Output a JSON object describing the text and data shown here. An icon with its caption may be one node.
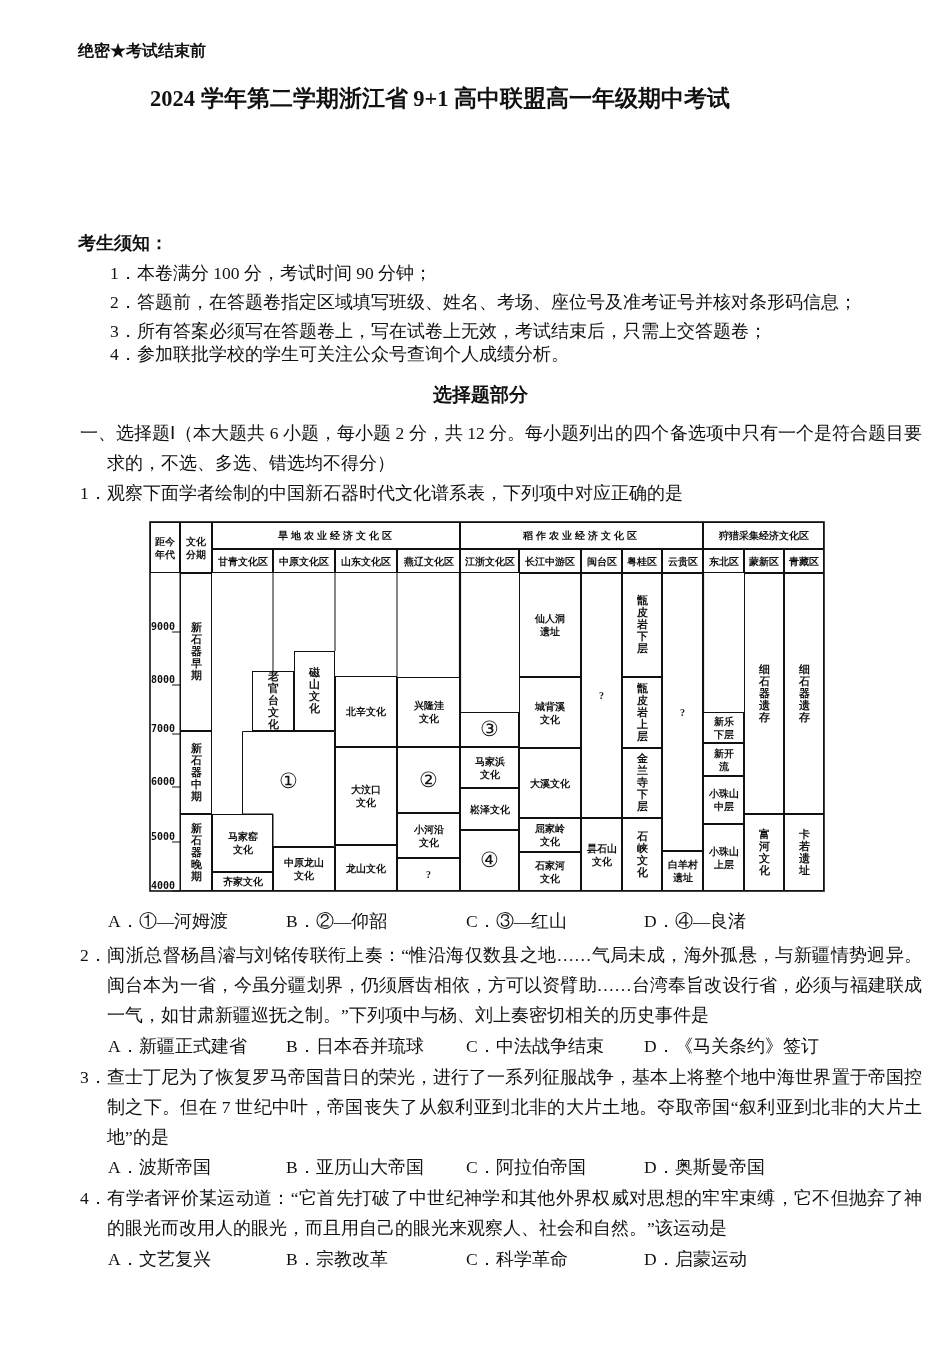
{
  "diagram": {
    "title": "2024 学年第二学期浙江省 9+1 高中联盟高一年级期中考试",
    "nodes": [
      {
        "text": [
          "距今年代"
        ]
      },
      {
        "text": [
          "文化分期"
        ]
      },
      {
        "text": [
          "旱地农业经济文化区"
        ]
      },
      {
        "text": [
          "稻作农业经济文化区"
        ]
      },
      {
        "text": [
          "狩猎采集经济文化区"
        ]
      },
      {
        "text": [
          "甘青文化区"
        ]
      },
      {
        "text": [
          "中原文化区"
        ]
      },
      {
        "text": [
          "山东文化区"
        ]
      },
      {
        "text": [
          "燕辽文化区"
        ]
      },
      {
        "text": [
          "江浙文化区"
        ]
      },
      {
        "text": [
          "长江中游区"
        ]
      },
      {
        "text": [
          "闽台区"
        ]
      },
      {
        "text": [
          "粤桂区"
        ]
      },
      {
        "text": [
          "云贵区"
        ]
      },
      {
        "text": [
          "东北区"
        ]
      },
      {
        "text": [
          "蒙新区"
        ]
      },
      {
        "text": [
          "青藏区"
        ]
      },
      {
        "text": [
          "新石器早期"
        ]
      },
      {
        "text": [
          "新石器中期"
        ]
      },
      {
        "text": [
          "新石器晚期"
        ]
      },
      {
        "text": [
          "马家窑文化"
        ]
      },
      {
        "text": [
          "齐家文化"
        ]
      },
      {
        "text": [
          "老官台文化"
        ]
      },
      {
        "text": [
          "磁山文化"
        ]
      },
      {
        "text": [
          "①"
        ]
      },
      {
        "text": [
          "中原龙山文化"
        ]
      },
      {
        "text": [
          "北辛文化"
        ]
      },
      {
        "text": [
          "大汶口文化"
        ]
      },
      {
        "text": [
          "龙山文化"
        ]
      },
      {
        "text": [
          "兴隆洼文化"
        ]
      },
      {
        "text": [
          "②"
        ]
      },
      {
        "text": [
          "小河沿文化"
        ]
      },
      {
        "text": [
          "?"
        ]
      },
      {
        "text": [
          "③"
        ]
      },
      {
        "text": [
          "马家浜文化"
        ]
      },
      {
        "text": [
          "崧泽文化"
        ]
      },
      {
        "text": [
          "④"
        ]
      },
      {
        "text": [
          "仙人洞遗址"
        ]
      },
      {
        "text": [
          "城背溪文化"
        ]
      },
      {
        "text": [
          "大溪文化"
        ]
      },
      {
        "text": [
          "屈家岭文化"
        ]
      },
      {
        "text": [
          "石家河文化"
        ]
      },
      {
        "text": [
          "?"
        ]
      },
      {
        "text": [
          "昙石山文化"
        ]
      },
      {
        "text": [
          "甑皮岩下层"
        ]
      },
      {
        "text": [
          "甑皮岩上层"
        ]
      },
      {
        "text": [
          "金兰寺下层"
        ]
      },
      {
        "text": [
          "石峡文化"
        ]
      },
      {
        "text": [
          "?"
        ]
      },
      {
        "text": [
          "白羊村遗址"
        ]
      },
      {
        "text": [
          "新乐下层"
        ]
      },
      {
        "text": [
          "新开流"
        ]
      },
      {
        "text": [
          "小珠山中层"
        ]
      },
      {
        "text": [
          "小珠山上层"
        ]
      },
      {
        "text": [
          "细石器遗存"
        ]
      },
      {
        "text": [
          "富河文化"
        ]
      },
      {
        "text": [
          "细石器遗存"
        ]
      },
      {
        "text": [
          "卡若遗址"
        ]
      }
    ],
    "labels": [
      "绝密★考试结束前",
      "考生须知：",
      "1．本卷满分 100 分，考试时间 90 分钟；",
      "2．答题前，在答题卷指定区域填写班级、姓名、考场、座位号及准考证号并核对条形码信息；",
      "3．所有答案必须写在答题卷上，写在试卷上无效，考试结束后，只需上交答题卷；",
      "4．参加联批学校的学生可关注公众号查询个人成绩分析。",
      "选择题部分",
      "一、选择题Ⅰ（本大题共 6 小题，每小题 2 分，共 12 分。每小题列出的四个备选项中只有一个是符合题目要求的，不选、多选、错选均不得分）",
      "1．观察下面学者绘制的中国新石器时代文化谱系表，下列项中对应正确的是",
      "9000",
      "8000",
      "7000",
      "6000",
      "5000",
      "4000",
      "A．①—河姆渡",
      "B．②—仰韶",
      "C．③—红山",
      "D．④—良渚",
      "2．闽浙总督杨昌濬与刘铭传联衔上奏：“惟沿海仅数县之地……气局未成，海外孤悬，与新疆情势迥异。闽台本为一省，今虽分疆划界，仍须唇齿相依，方可以资臂助……台湾奉旨改设行省，必须与福建联成一气，如甘肃新疆巡抚之制。”下列项中与杨、刘上奏密切相关的历史事件是",
      "A．新疆正式建省",
      "B．日本吞并琉球",
      "C．中法战争结束",
      "D．《马关条约》签订",
      "3．查士丁尼为了恢复罗马帝国昔日的荣光，进行了一系列征服战争，基本上将整个地中海世界置于帝国控制之下。但在 7 世纪中叶，帝国丧失了从叙利亚到北非的大片土地。夺取帝国“叙利亚到北非的大片土地”的是",
      "A．波斯帝国",
      "B．亚历山大帝国",
      "C．阿拉伯帝国",
      "D．奥斯曼帝国",
      "4．有学者评价某运动道：“它首先打破了中世纪神学和其他外界权威对思想的牢牢束缚，它不但抛弃了神的眼光而改用人的眼光，而且用自己的眼光来观察人、社会和自然。”该运动是",
      "A．文艺复兴",
      "B．宗教改革",
      "C．科学革命",
      "D．启蒙运动"
    ]
  }
}
